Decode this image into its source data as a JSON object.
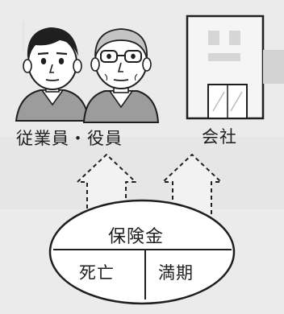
{
  "labels": {
    "people": "従業員・役員",
    "company": "会社",
    "fund": "保険金",
    "death": "死亡",
    "maturity": "満期"
  },
  "colors": {
    "background": "#ebebeb",
    "ink": "#1f1f1f",
    "jacket": "#9c9c9c",
    "building": "#f5f5f5",
    "ghost_text": "#d8d8d8"
  }
}
